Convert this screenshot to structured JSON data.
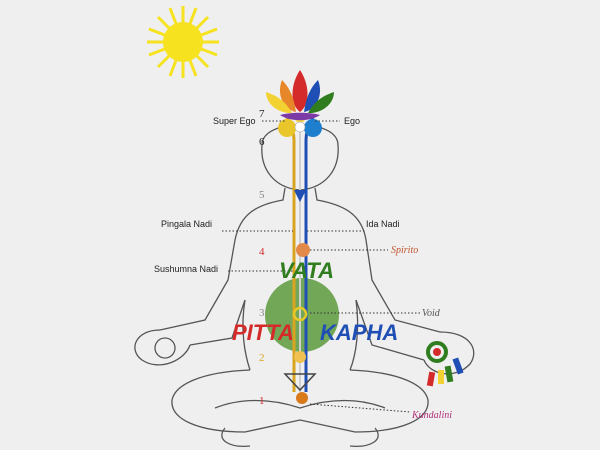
{
  "labels": {
    "super_ego": "Super Ego",
    "ego": "Ego",
    "pingala_nadi": "Pingala Nadi",
    "ida_nadi": "Ida Nadi",
    "sushumna_nadi": "Sushumna Nadi",
    "spirito": "Spirito",
    "void": "Void",
    "kundalini": "Kundalini"
  },
  "doshas": {
    "vata": "VATA",
    "pitta": "PITTA",
    "kapha": "KAPHA"
  },
  "chakra_numbers": [
    "1",
    "2",
    "3",
    "4",
    "5",
    "6",
    "7"
  ],
  "colors": {
    "vata": "#2f7d1e",
    "pitta": "#d42a2a",
    "kapha": "#1f4fb4",
    "spirito": "#c0562e",
    "kundalini": "#b0307a",
    "sun": "#f6e21e",
    "moon": "#b8b8b8",
    "void_disc": "#5c9a3c"
  },
  "icons": [
    "sun-icon",
    "moon-icon",
    "lotus-icon",
    "meditating-figure"
  ]
}
